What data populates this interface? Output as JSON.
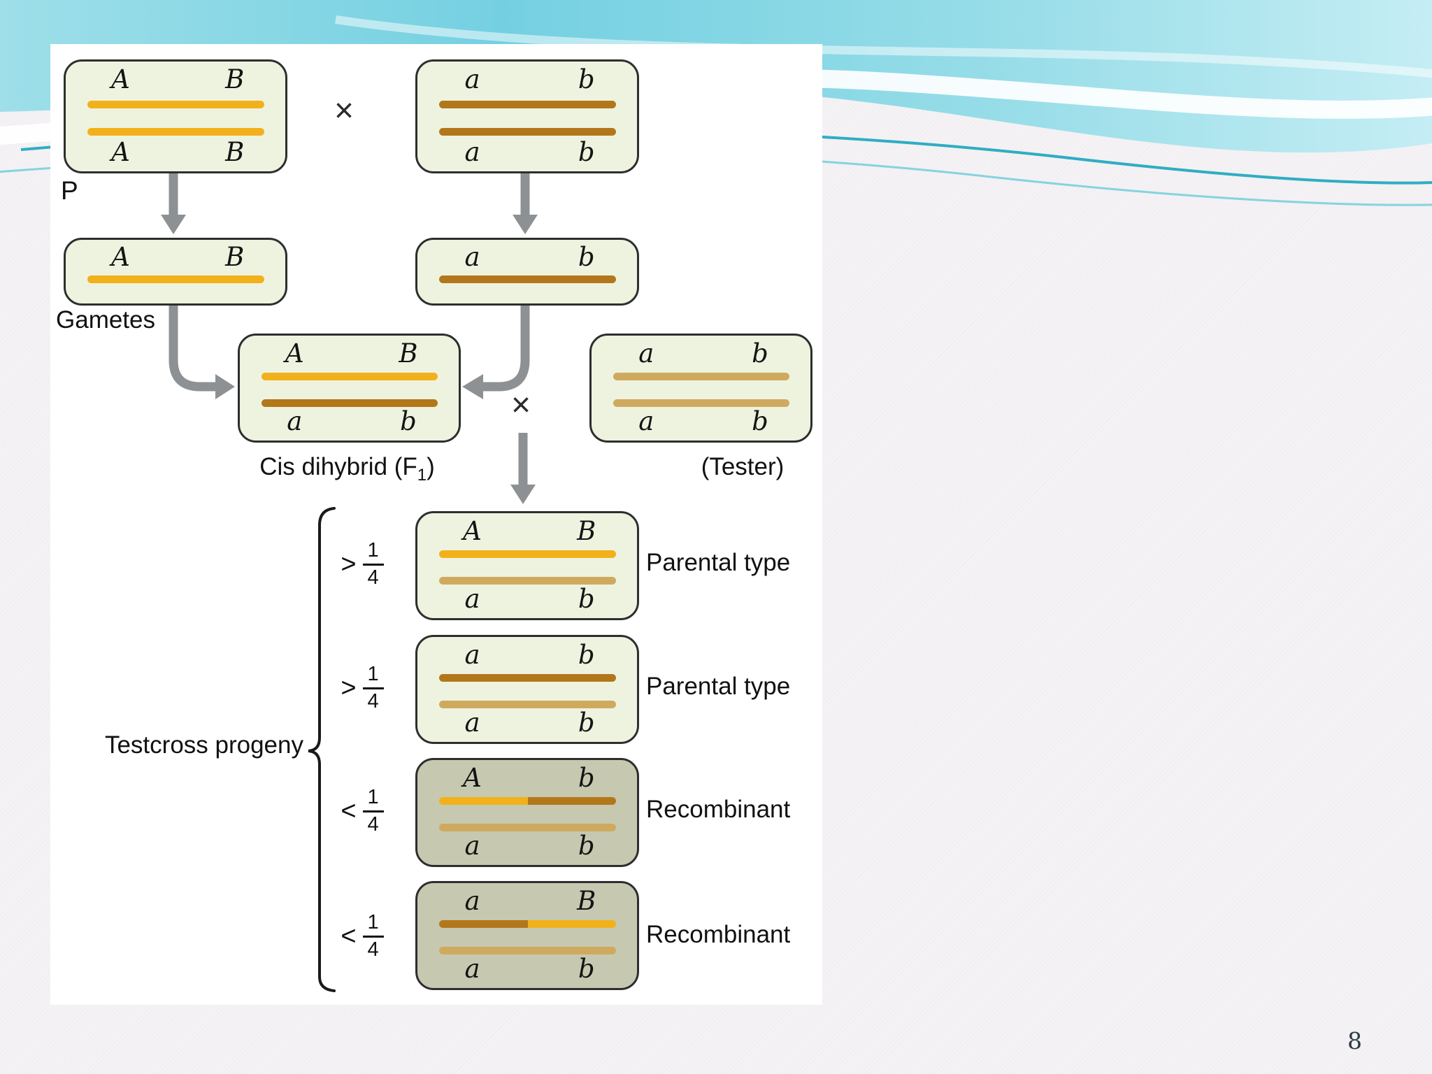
{
  "slide": {
    "page_number": "8"
  },
  "colors": {
    "gold": "#f2b11b",
    "brown": "#b2771b",
    "tan": "#cfaa5e",
    "box_bg": "#eef3e0",
    "recombinant_bg": "#c6c8b0",
    "arrow_gray": "#8e9193",
    "band_teal": "#74d0e1"
  },
  "labels": {
    "p": "P",
    "gametes": "Gametes",
    "cross_parents": "×",
    "cross_tester": "×",
    "f1_caption_main": "Cis dihybrid (F",
    "f1_caption_sub": "1",
    "f1_caption_end": ")",
    "tester_caption": "(Tester)",
    "testcross": "Testcross progeny"
  },
  "fraction": {
    "numerator": "1",
    "denominator": "4"
  },
  "boxes": {
    "parent_left": {
      "top_left": "A",
      "top_right": "B",
      "bottom_left": "A",
      "bottom_right": "B",
      "lines": [
        [
          "gold"
        ],
        [
          "gold"
        ]
      ]
    },
    "parent_right": {
      "top_left": "a",
      "top_right": "b",
      "bottom_left": "a",
      "bottom_right": "b",
      "lines": [
        [
          "brown"
        ],
        [
          "brown"
        ]
      ]
    },
    "gamete_left": {
      "top_left": "A",
      "top_right": "B",
      "lines": [
        [
          "gold"
        ]
      ]
    },
    "gamete_right": {
      "top_left": "a",
      "top_right": "b",
      "lines": [
        [
          "brown"
        ]
      ]
    },
    "f1": {
      "top_left": "A",
      "top_right": "B",
      "bottom_left": "a",
      "bottom_right": "b",
      "lines": [
        [
          "gold"
        ],
        [
          "brown"
        ]
      ]
    },
    "tester": {
      "top_left": "a",
      "top_right": "b",
      "bottom_left": "a",
      "bottom_right": "b",
      "lines": [
        [
          "tan"
        ],
        [
          "tan"
        ]
      ]
    }
  },
  "progeny": [
    {
      "operator": ">",
      "top_left": "A",
      "top_right": "B",
      "bottom_left": "a",
      "bottom_right": "b",
      "lines": [
        [
          "gold"
        ],
        [
          "tan"
        ]
      ],
      "label": "Parental type",
      "recombinant": false
    },
    {
      "operator": ">",
      "top_left": "a",
      "top_right": "b",
      "bottom_left": "a",
      "bottom_right": "b",
      "lines": [
        [
          "brown"
        ],
        [
          "tan"
        ]
      ],
      "label": "Parental type",
      "recombinant": false
    },
    {
      "operator": "<",
      "top_left": "A",
      "top_right": "b",
      "bottom_left": "a",
      "bottom_right": "b",
      "lines": [
        [
          "gold",
          "brown"
        ],
        [
          "tan"
        ]
      ],
      "label": "Recombinant",
      "recombinant": true
    },
    {
      "operator": "<",
      "top_left": "a",
      "top_right": "B",
      "bottom_left": "a",
      "bottom_right": "b",
      "lines": [
        [
          "brown",
          "gold"
        ],
        [
          "tan"
        ]
      ],
      "label": "Recombinant",
      "recombinant": true
    }
  ]
}
